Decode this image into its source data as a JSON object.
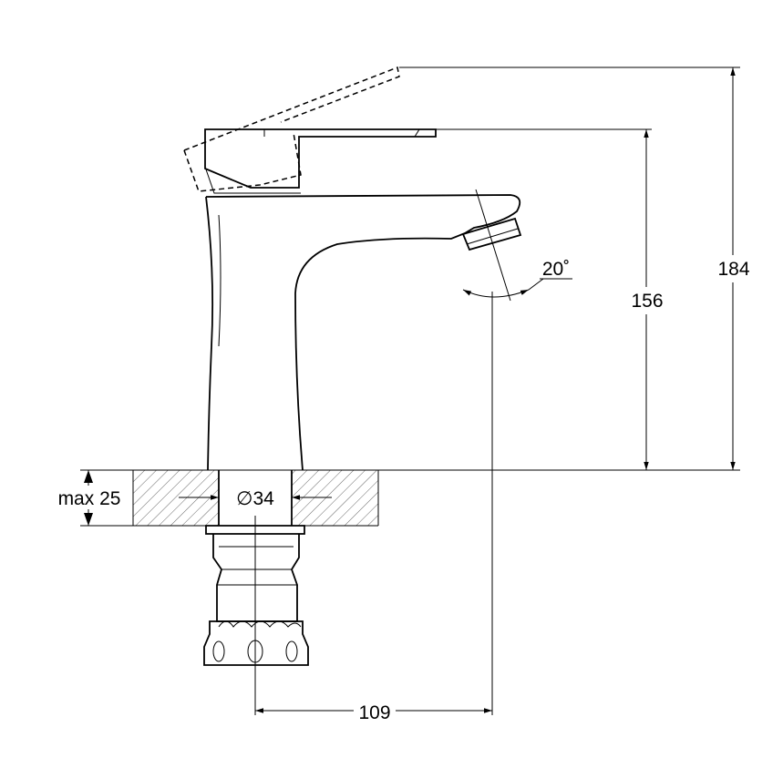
{
  "dimensions": {
    "total_height": "184",
    "spout_height": "156",
    "projection": "109",
    "counter_thickness": "max 25",
    "hole_diameter": "∅34",
    "spout_angle": "20˚"
  }
}
